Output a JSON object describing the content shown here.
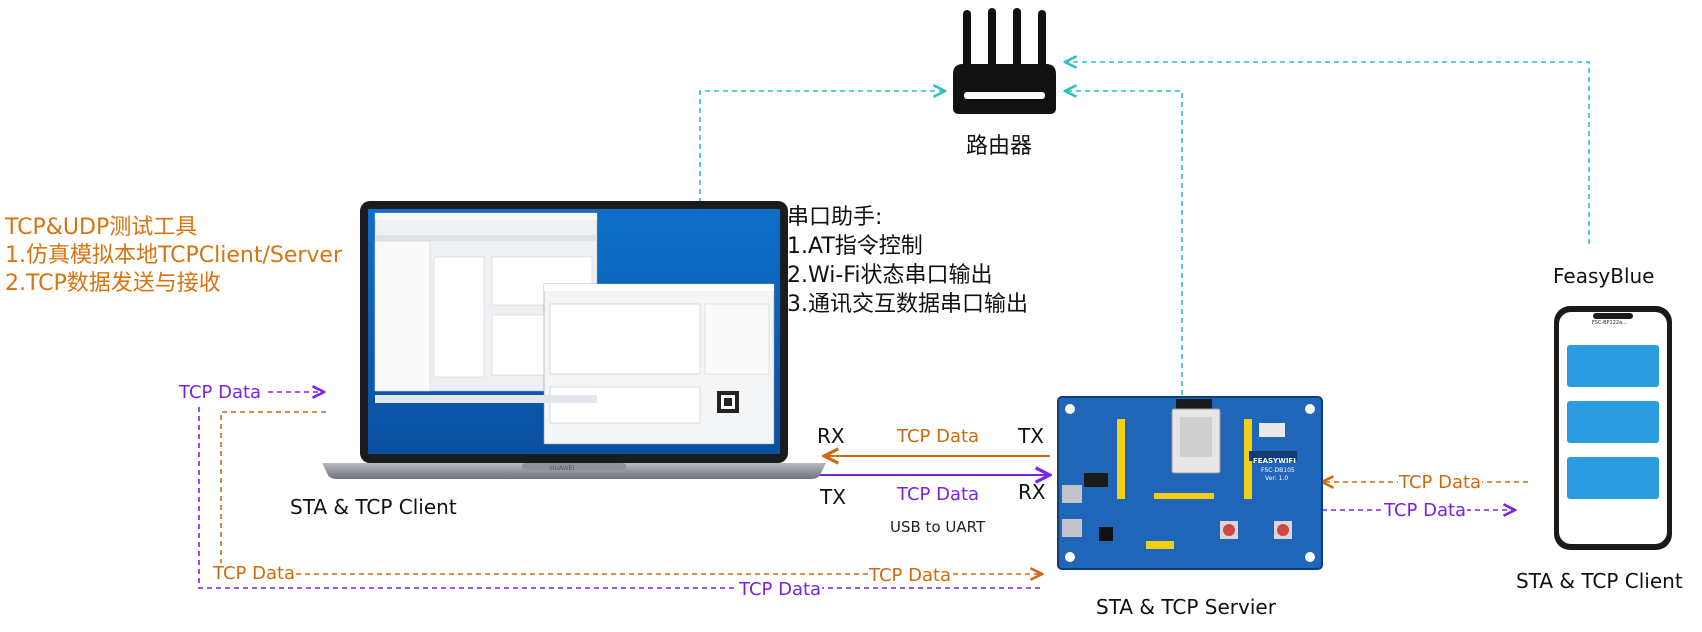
{
  "colors": {
    "cyan": "#2bbfc7",
    "orange": "#d06a10",
    "purple": "#7b22e6",
    "board": "#1f66b8"
  },
  "router": {
    "icon": "router-icon",
    "label": "路由器"
  },
  "tcp_tool": {
    "title": "TCP&UDP测试工具",
    "line1": "1.仿真模拟本地TCPClient/Server",
    "line2": "2.TCP数据发送与接收"
  },
  "serial_helper": {
    "title": "串口助手:",
    "line1": "1.AT指令控制",
    "line2": "2.Wi-Fi状态串口输出",
    "line3": "3.通讯交互数据串口输出"
  },
  "laptop": {
    "icon": "laptop-icon",
    "label": "STA & TCP Client",
    "brand": "HUAWEI"
  },
  "board": {
    "icon": "dev-board-icon",
    "label": "STA & TCP Servier",
    "silk_title": "FEASYWIFI",
    "silk_model": "FSC-DB105",
    "silk_ver": "Ver: 1.0"
  },
  "phone": {
    "icon": "phone-icon",
    "app_label": "FeasyBlue",
    "label": "STA & TCP Client",
    "header": "FSC-BP122a..."
  },
  "uart": {
    "rx_left": "RX",
    "tx_left": "TX",
    "tx_right": "TX",
    "rx_right": "RX",
    "data_top": "TCP Data",
    "data_bottom": "TCP Data",
    "caption": "USB to UART"
  },
  "flows": {
    "laptop_in": "TCP Data",
    "phone_out": "TCP Data",
    "phone_in": "TCP Data",
    "bottom_left": "TCP Data",
    "bottom_mid": "TCP Data",
    "bottom_lower": "TCP Data"
  }
}
